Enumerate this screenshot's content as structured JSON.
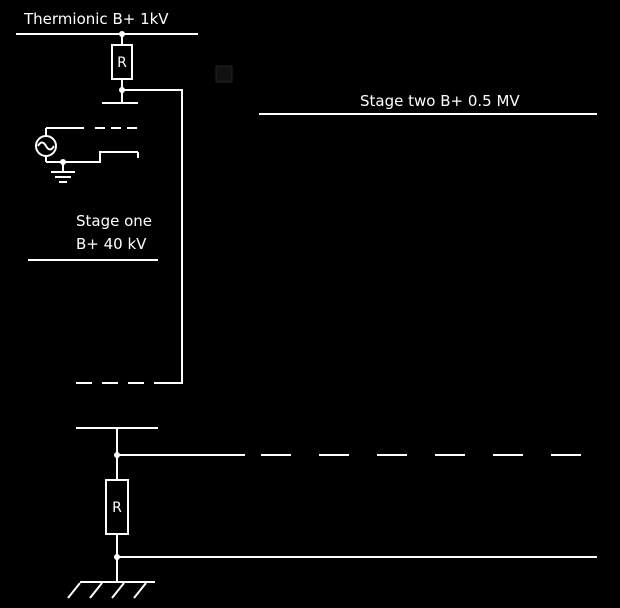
{
  "labels": {
    "thermionic": "Thermionic B+ 1kV",
    "stage_one_line1": "Stage one",
    "stage_one_line2": "B+ 40 kV",
    "stage_two": "Stage two B+ 0.5 MV"
  },
  "resistor_label": "R",
  "colors": {
    "background": "#000000",
    "line": "#ffffff",
    "marker": "#111111"
  }
}
